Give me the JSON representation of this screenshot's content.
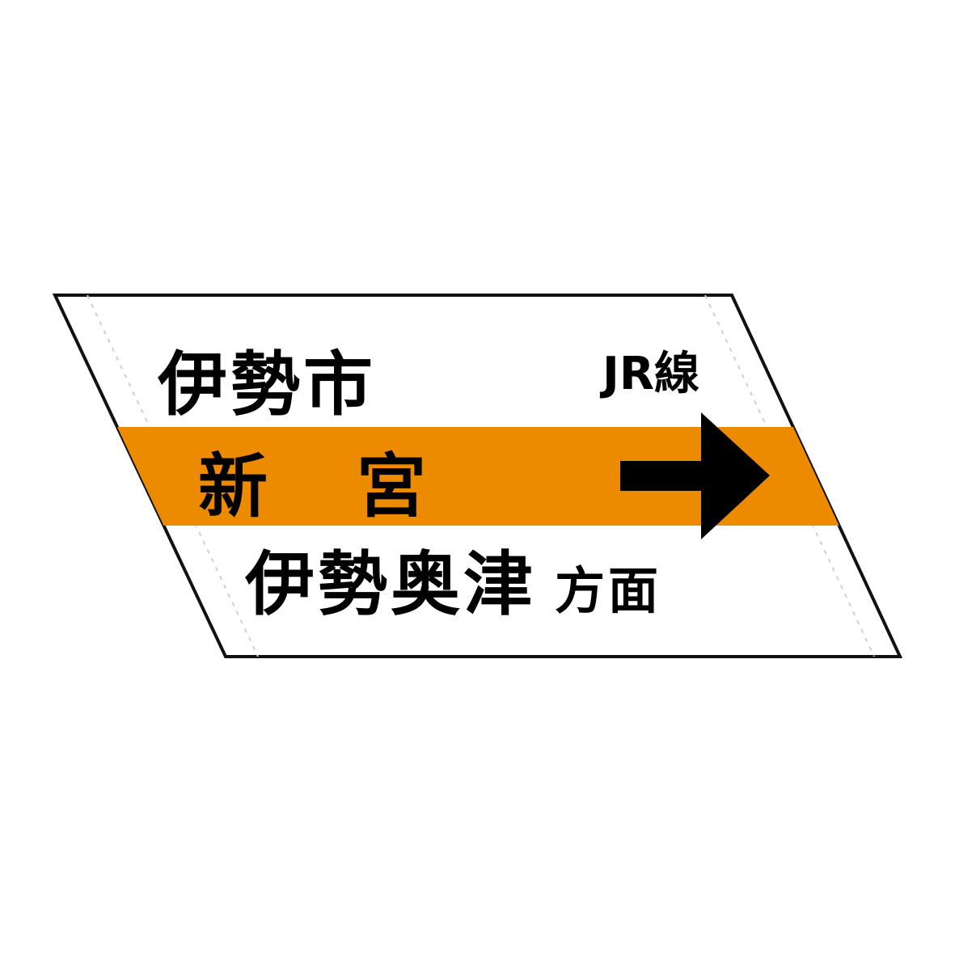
{
  "sign": {
    "type": "railway-station-direction-sign",
    "shape": "parallelogram",
    "background_color": "#FFFFFF",
    "border_color": "#000000",
    "band_color": "#ED8B00",
    "text_color": "#000000",
    "guide_line_color": "#CCCCCC"
  },
  "rows": {
    "previous_station": {
      "label": "伊勢市",
      "role": "station-above-band"
    },
    "line_badge": {
      "label": "JR線",
      "role": "line-name"
    },
    "current_station": {
      "label_left": "新",
      "label_right": "宮",
      "label": "新宮",
      "role": "highlighted-station-on-orange-band"
    },
    "destination": {
      "label": "伊勢奥津",
      "suffix": "方面",
      "role": "direction-toward"
    },
    "arrow": {
      "icon": "arrow-right-icon",
      "direction": "right"
    }
  }
}
